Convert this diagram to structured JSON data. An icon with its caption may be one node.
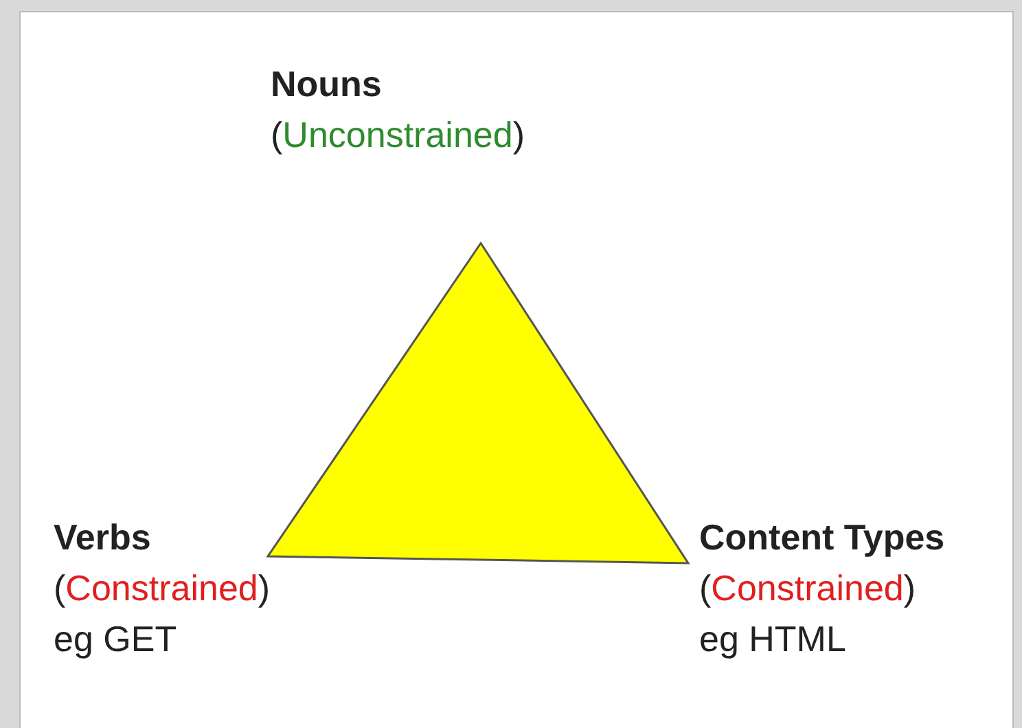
{
  "diagram": {
    "nodes": [
      {
        "text": [],
        "shape": "triangle"
      },
      {
        "text": [
          "Nouns",
          "(Unconstrained)"
        ]
      },
      {
        "text": [
          "Verbs",
          "(Constrained)",
          "eg GET"
        ]
      },
      {
        "text": [
          "Content Types",
          "(Constrained)",
          "eg HTML"
        ]
      }
    ]
  }
}
